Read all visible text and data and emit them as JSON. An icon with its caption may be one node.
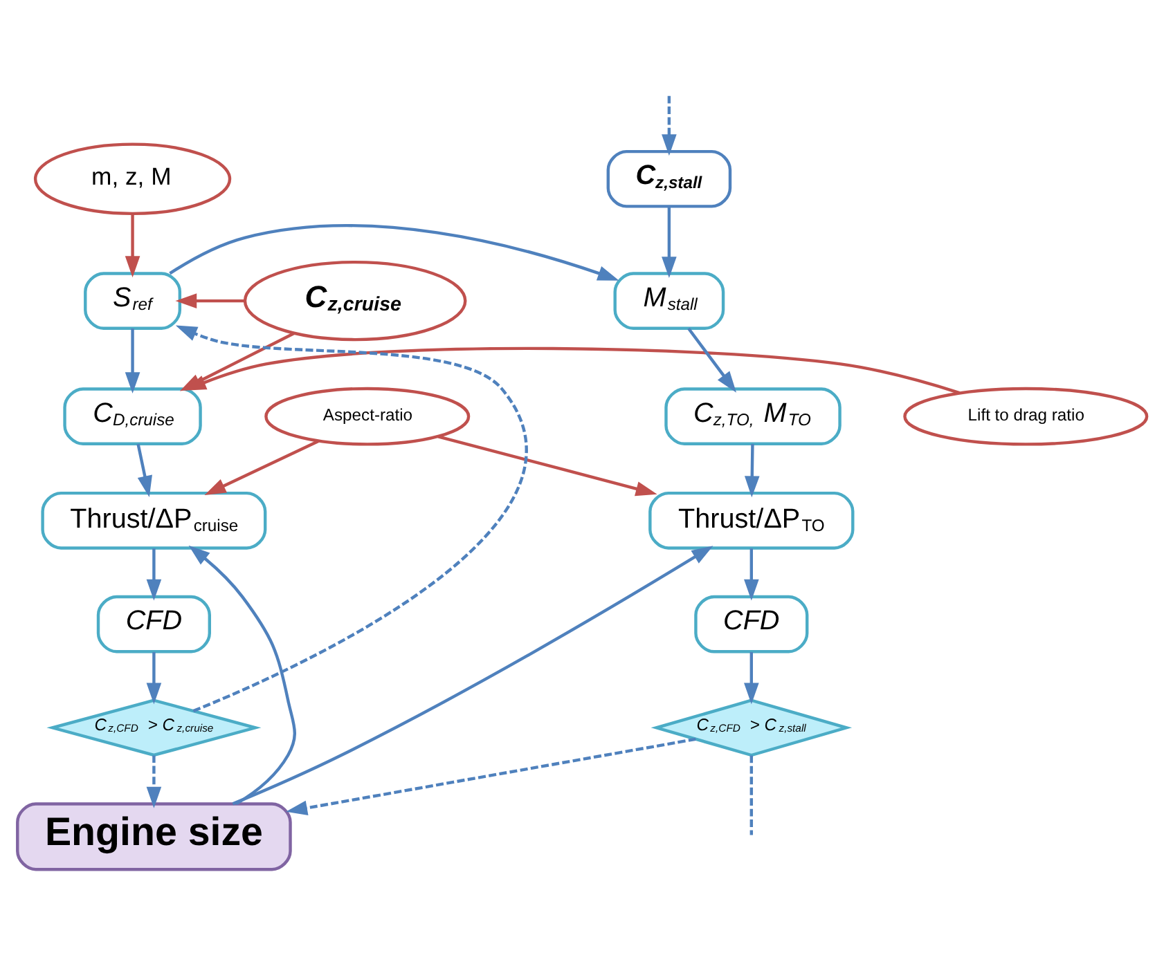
{
  "diagram": {
    "nodes": [
      {
        "text": [
          "m, z, M"
        ]
      },
      {
        "text": [
          "S$_{ref}$"
        ]
      },
      {
        "text": [
          "C$_{z,cruise}$"
        ]
      },
      {
        "text": [
          "C$_{D,cruise}$"
        ]
      },
      {
        "text": [
          "Lift to drag ratio"
        ]
      },
      {
        "text": [
          "Aspect-ratio"
        ]
      },
      {
        "text": [
          "Thrust/ΔP$_{cruise}$"
        ]
      },
      {
        "text": [
          "CFD"
        ]
      },
      {
        "text": [
          "C$_{z,CFD}$ > C$_{z,cruise}$"
        ]
      },
      {
        "text": [
          "Engine size"
        ]
      },
      {
        "text": [
          "C$_{z,stall}$"
        ]
      },
      {
        "text": [
          "M$_{stall}$"
        ]
      },
      {
        "text": [
          "C$_{z,TO,}$ M$_{TO}$"
        ]
      },
      {
        "text": [
          "Thrust/ΔP$_{TO}$"
        ]
      },
      {
        "text": [
          "CFD"
        ]
      },
      {
        "text": [
          "C$_{z,CFD}$ > C$_{z,stall}$"
        ]
      }
    ],
    "edges": [
      {
        "from": 0,
        "to": 1,
        "arrow": "to",
        "color": "#c0504d"
      },
      {
        "from": 1,
        "to": 3,
        "arrow": "to"
      },
      {
        "from": 1,
        "to": 11,
        "arrow": "to"
      },
      {
        "from": 2,
        "to": 1,
        "arrow": "to",
        "color": "#c0504d"
      },
      {
        "from": 2,
        "to": 3,
        "arrow": "to",
        "color": "#c0504d"
      },
      {
        "from": 4,
        "to": 3,
        "arrow": "to",
        "color": "#c0504d"
      },
      {
        "from": 3,
        "to": 6,
        "arrow": "to"
      },
      {
        "from": 5,
        "to": 6,
        "arrow": "to",
        "color": "#c0504d"
      },
      {
        "from": 5,
        "to": 13,
        "arrow": "to",
        "color": "#c0504d"
      },
      {
        "from": 6,
        "to": 7,
        "arrow": "to"
      },
      {
        "from": 7,
        "to": 8,
        "arrow": "to"
      },
      {
        "from": 8,
        "to": 1,
        "arrow": "to",
        "style": "dashed"
      },
      {
        "from": 8,
        "to": 9,
        "arrow": "to",
        "style": "dashed"
      },
      {
        "from": 9,
        "to": 6,
        "arrow": "to"
      },
      {
        "from": 9,
        "to": 13,
        "arrow": "to"
      },
      {
        "from": null,
        "to": 10,
        "arrow": "to",
        "style": "dashed"
      },
      {
        "from": 10,
        "to": 11,
        "arrow": "to"
      },
      {
        "from": 11,
        "to": 12,
        "arrow": "to"
      },
      {
        "from": 12,
        "to": 13,
        "arrow": "to"
      },
      {
        "from": 13,
        "to": 14,
        "arrow": "to"
      },
      {
        "from": 14,
        "to": 15,
        "arrow": "to"
      },
      {
        "from": 15,
        "to": 9,
        "arrow": "to",
        "style": "dashed"
      },
      {
        "from": 15,
        "to": null,
        "arrow": "none",
        "style": "dashed"
      }
    ]
  }
}
